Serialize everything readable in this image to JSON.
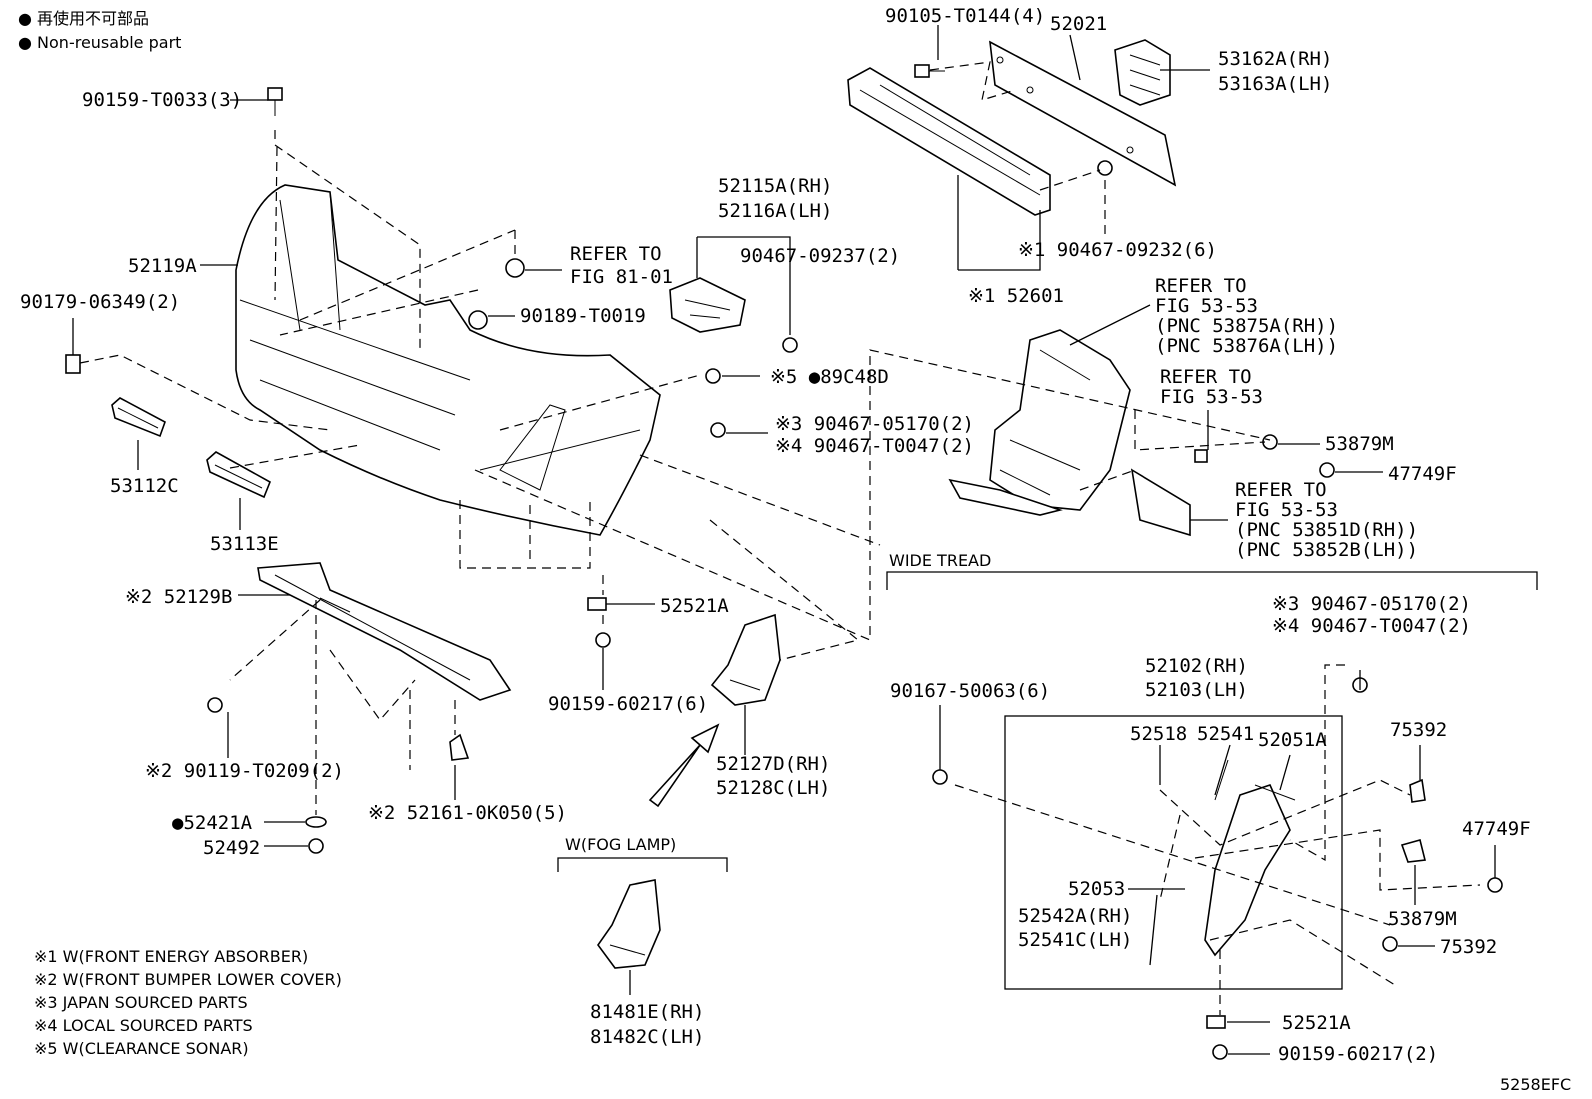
{
  "legend": [
    "● 再使用不可部品",
    "● Non-reusable part"
  ],
  "notes": [
    "※1 W(FRONT ENERGY ABSORBER)",
    "※2 W(FRONT BUMPER LOWER COVER)",
    "※3 JAPAN SOURCED PARTS",
    "※4 LOCAL SOURCED PARTS",
    "※5 W(CLEARANCE SONAR)"
  ],
  "figure_code": "5258EFC",
  "section_labels": {
    "wide_tread": "WIDE TREAD",
    "fog_lamp": "W(FOG LAMP)"
  },
  "callouts": {
    "p90105": "90105-T0144(4)",
    "p52021": "52021",
    "p53162": "53162A(RH)",
    "p53163": "53163A(LH)",
    "p90159_t0033": "90159-T0033(3)",
    "p52115": "52115A(RH)",
    "p52116": "52116A(LH)",
    "p90467_09237": "90467-09237(2)",
    "p90467_09232": "※1 90467-09232(6)",
    "p52601": "※1 52601",
    "p52119": "52119A",
    "refer81_1": "REFER TO",
    "refer81_2": "FIG 81-01",
    "p90189": "90189-T0019",
    "p90179": "90179-06349(2)",
    "p89c48": "※5 ●89C48D",
    "p90467_05170": "※3 90467-05170(2)",
    "p90467_t0047": "※4 90467-T0047(2)",
    "refer5353a_1": "REFER TO",
    "refer5353a_2": "FIG 53-53",
    "refer5353a_3": "(PNC 53875A(RH))",
    "refer5353a_4": "(PNC 53876A(LH))",
    "refer5353b_1": "REFER TO",
    "refer5353b_2": "FIG 53-53",
    "p53879m": "53879M",
    "p47749f": "47749F",
    "refer5353c_1": "REFER TO",
    "refer5353c_2": "FIG 53-53",
    "refer5353c_3": "(PNC 53851D(RH))",
    "refer5353c_4": "(PNC 53852B(LH))",
    "p53112c": "53112C",
    "p53113e": "53113E",
    "p52129b": "※2 52129B",
    "p52521a": "52521A",
    "p90159_60217": "90159-60217(6)",
    "p52127d": "52127D(RH)",
    "p52128c": "52128C(LH)",
    "p90119": "※2 90119-T0209(2)",
    "p52421a": "●52421A",
    "p52492": "52492",
    "p52161": "※2 52161-0K050(5)",
    "p81481e": "81481E(RH)",
    "p81482c": "81482C(LH)",
    "w_p90467_05170": "※3 90467-05170(2)",
    "w_p90467_t0047": "※4 90467-T0047(2)",
    "w_p52102": "52102(RH)",
    "w_p52103": "52103(LH)",
    "w_p90167": "90167-50063(6)",
    "w_p52518": "52518",
    "w_p52541": "52541",
    "w_p52051a": "52051A",
    "w_p75392_top": "75392",
    "w_p47749f": "47749F",
    "w_p52053": "52053",
    "w_p52542a": "52542A(RH)",
    "w_p52541c": "52541C(LH)",
    "w_p53879m": "53879M",
    "w_p75392_bot": "75392",
    "w_p52521a": "52521A",
    "w_p90159_60217": "90159-60217(2)"
  }
}
